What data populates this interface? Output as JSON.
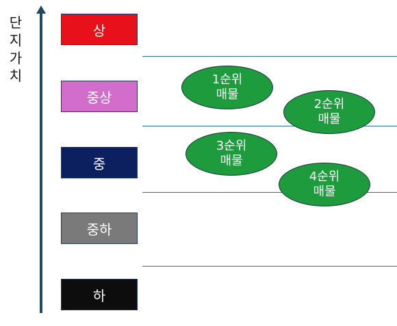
{
  "axis": {
    "label_chars": [
      "단",
      "지",
      "가",
      "치"
    ]
  },
  "levels": [
    {
      "label": "상",
      "color": "#e8101a"
    },
    {
      "label": "중상",
      "color": "#d36dcc"
    },
    {
      "label": "중",
      "color": "#0c1f5e"
    },
    {
      "label": "중하",
      "color": "#7a7a7a"
    },
    {
      "label": "하",
      "color": "#0d0d0d"
    }
  ],
  "properties": [
    {
      "line1": "1순위",
      "line2": "매물"
    },
    {
      "line1": "2순위",
      "line2": "매물"
    },
    {
      "line1": "3순위",
      "line2": "매물"
    },
    {
      "line1": "4순위",
      "line2": "매물"
    }
  ],
  "colors": {
    "bubble_fill": "#1e9b3c",
    "divider": "#2e6f8e",
    "axis": "#1f4a63"
  }
}
